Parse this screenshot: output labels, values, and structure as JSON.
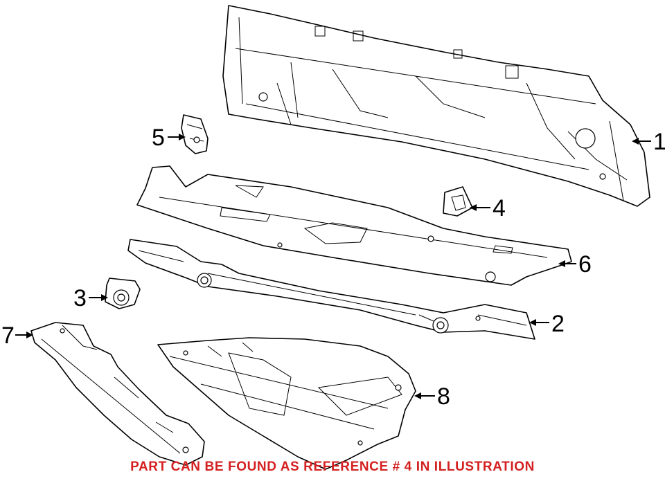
{
  "diagram": {
    "callouts": [
      {
        "id": "1",
        "label": "1"
      },
      {
        "id": "2",
        "label": "2"
      },
      {
        "id": "3",
        "label": "3"
      },
      {
        "id": "4",
        "label": "4"
      },
      {
        "id": "5",
        "label": "5"
      },
      {
        "id": "6",
        "label": "6"
      },
      {
        "id": "7",
        "label": "7"
      },
      {
        "id": "8",
        "label": "8"
      }
    ],
    "footer_note": "PART CAN BE FOUND AS REFERENCE # 4 IN ILLUSTRATION",
    "colors": {
      "line_art": "#000000",
      "background": "#ffffff",
      "footer_text": "#d42020"
    }
  }
}
